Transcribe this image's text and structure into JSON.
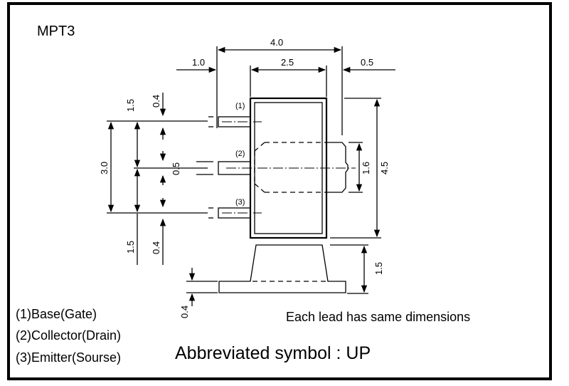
{
  "title": "MPT3",
  "dimensions": {
    "total_width": "4.0",
    "left_lead": "1.0",
    "body_width": "2.5",
    "right_tab": "0.5",
    "lead_pitch_top": "1.5",
    "lead_pitch_bottom": "1.5",
    "lead_span": "3.0",
    "lead_width_top": "0.4",
    "lead_width_mid": "0.5",
    "lead_width_bottom": "0.4",
    "tab_height": "1.6",
    "body_height": "4.5",
    "package_height": "1.5",
    "lead_thickness": "0.4"
  },
  "pins": {
    "p1": "(1)",
    "p2": "(2)",
    "p3": "(3)"
  },
  "legend": {
    "pin1": "(1)Base(Gate)",
    "pin2": "(2)Collector(Drain)",
    "pin3": "(3)Emitter(Sourse)"
  },
  "notes": {
    "leads": "Each lead has same dimensions",
    "symbol": "Abbreviated symbol : UP"
  }
}
